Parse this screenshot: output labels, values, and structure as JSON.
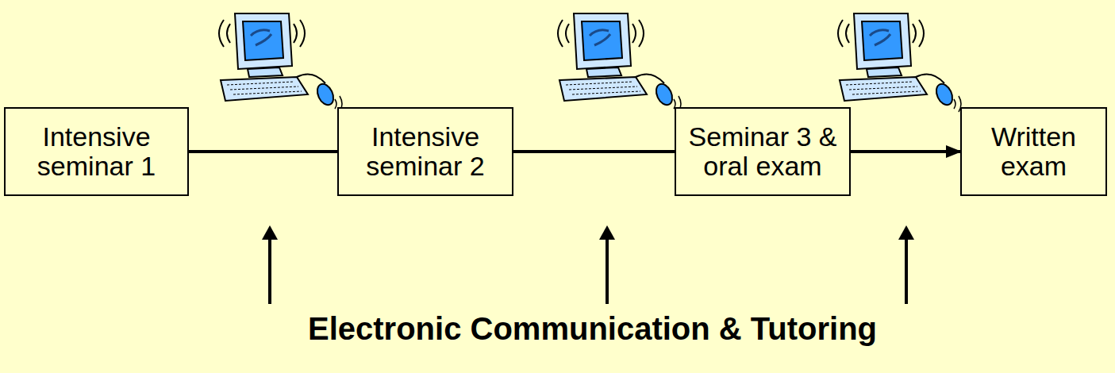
{
  "diagram": {
    "nodes": [
      {
        "text": [
          "Intensive seminar 1"
        ]
      },
      {
        "text": [
          "Intensive seminar 2"
        ]
      },
      {
        "text": [
          "Seminar 3 & oral exam"
        ]
      },
      {
        "text": [
          "Written exam"
        ]
      }
    ],
    "edges": [
      {
        "from": 0,
        "to": 1,
        "arrow": "none"
      },
      {
        "from": 1,
        "to": 2,
        "arrow": "none"
      },
      {
        "from": 2,
        "to": 3,
        "arrow": "to"
      }
    ],
    "labels": [
      "Electronic Communication & Tutoring"
    ]
  }
}
